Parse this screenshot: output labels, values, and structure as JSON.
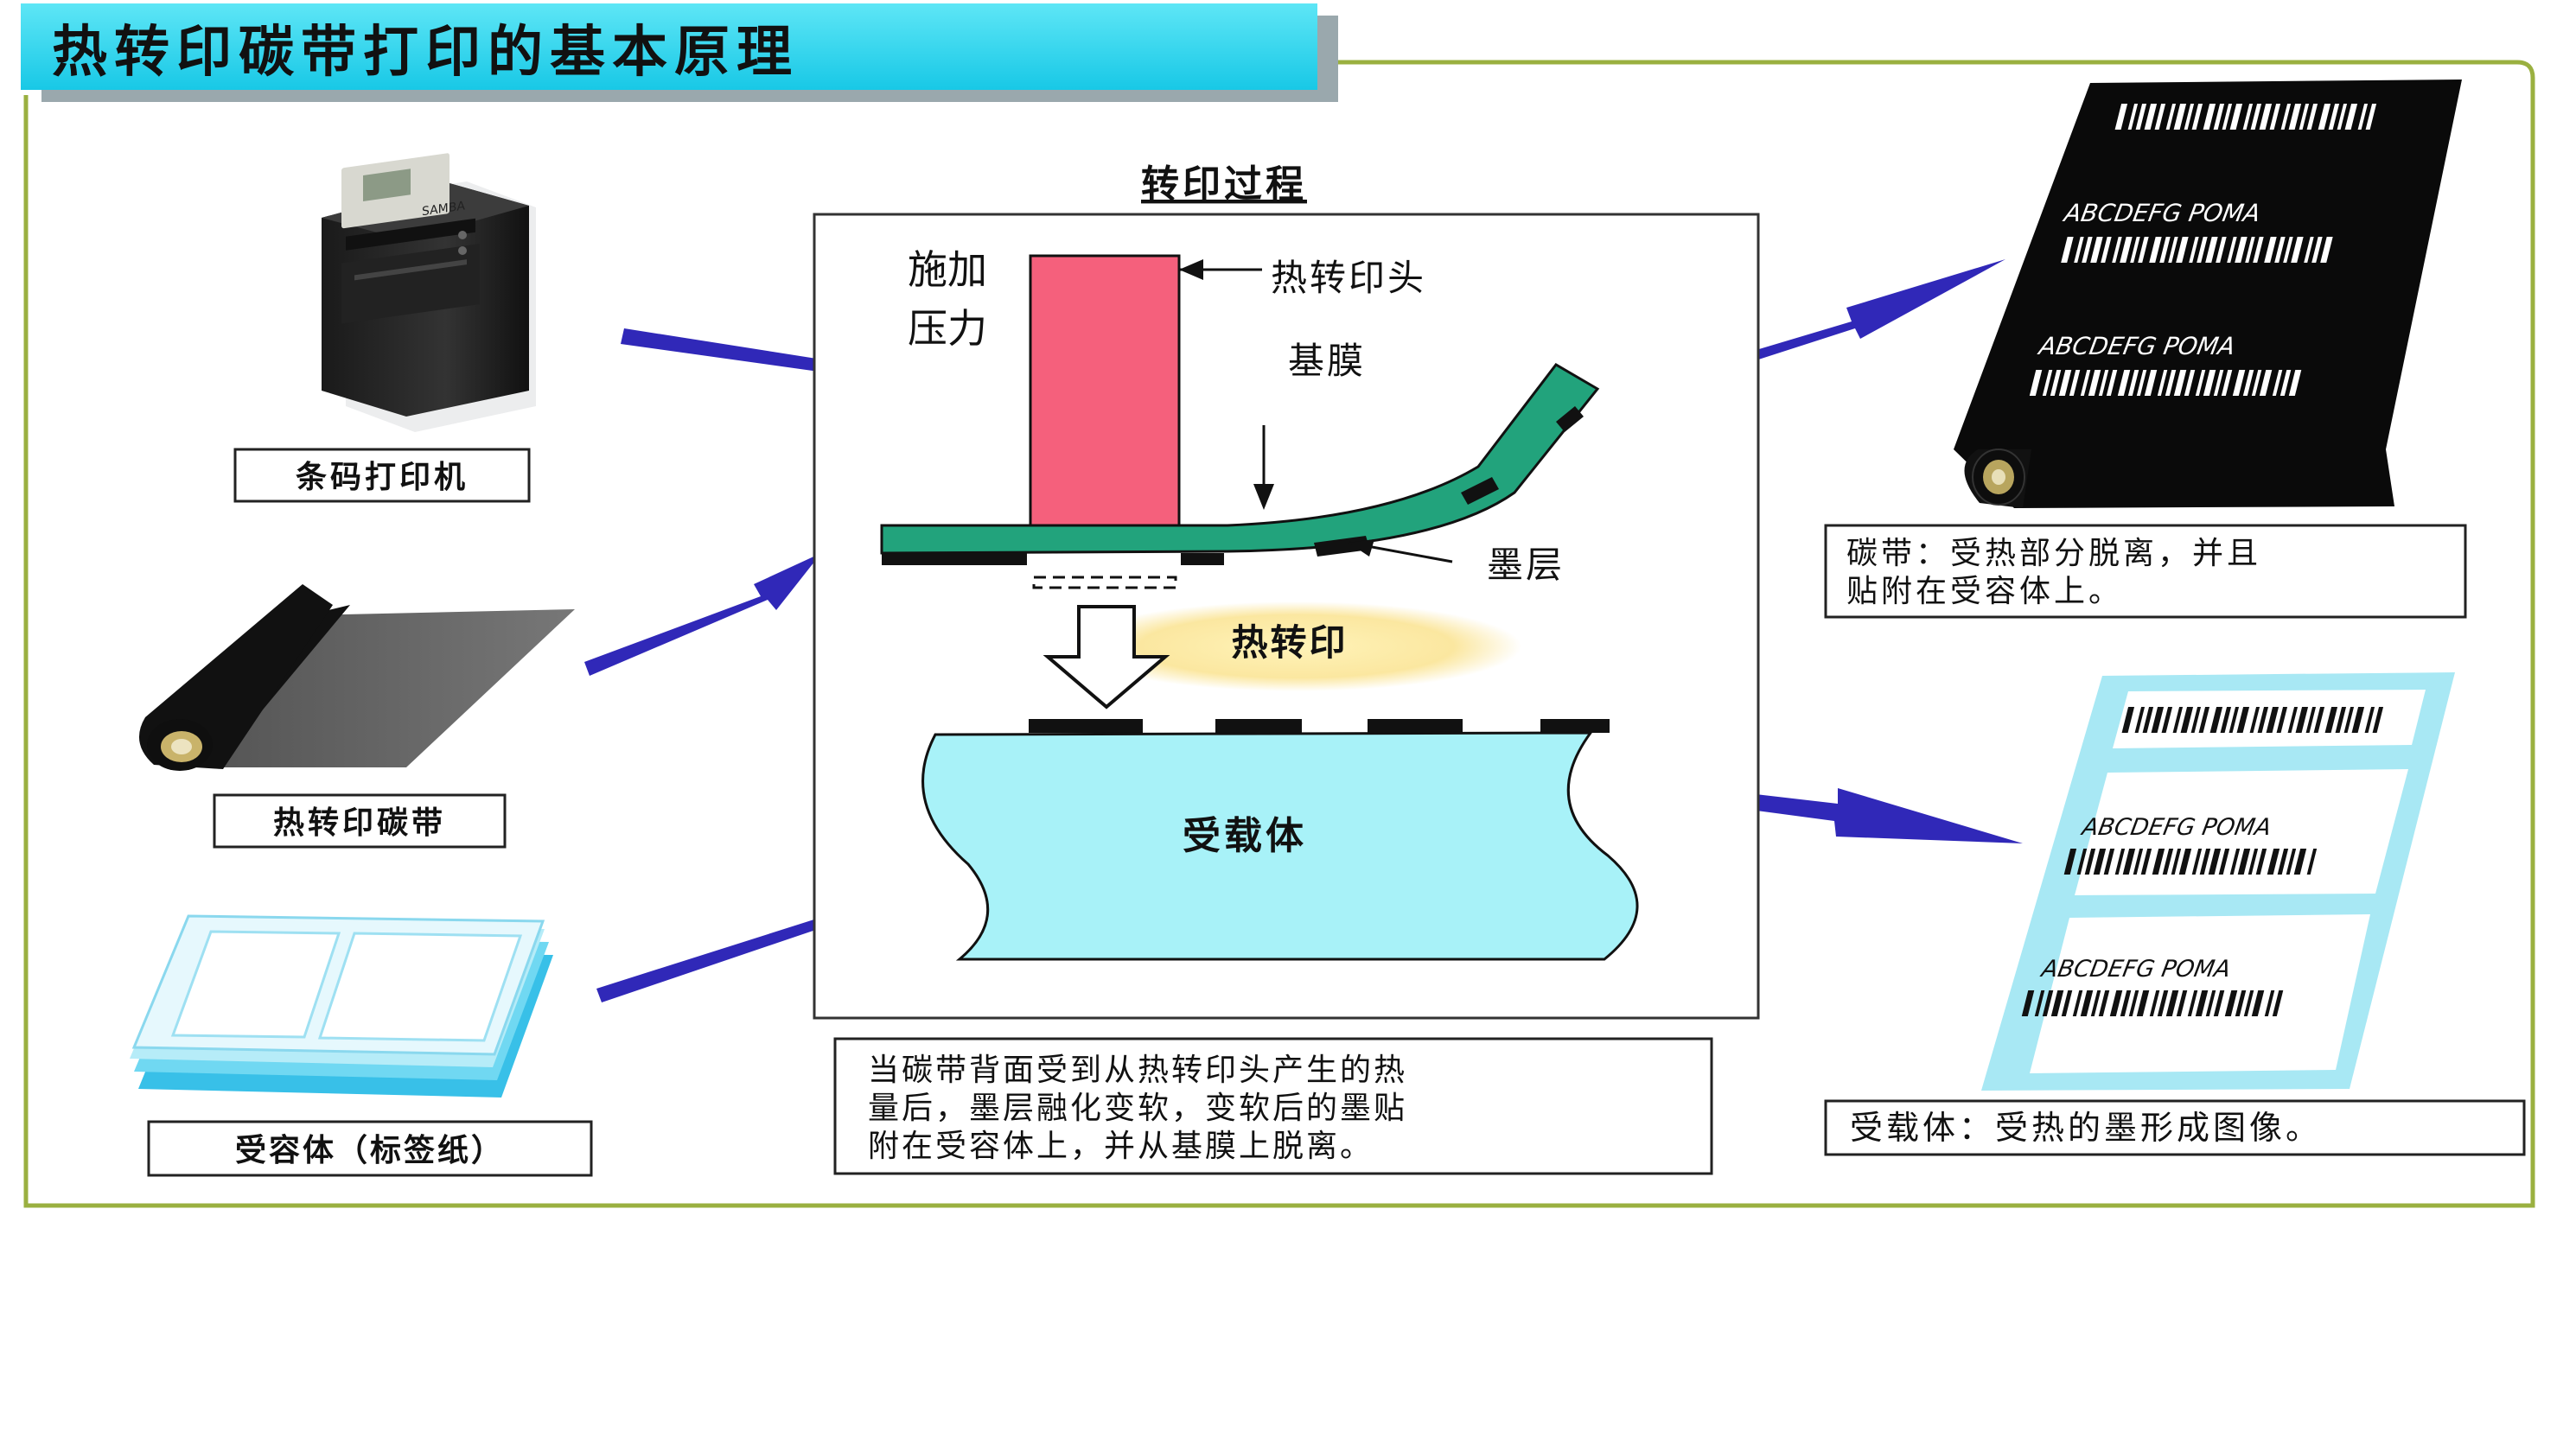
{
  "title": "热转印碳带打印的基本原理",
  "process": {
    "heading": "转印过程",
    "apply_pressure": [
      "施加",
      "压力"
    ],
    "print_head": "热转印头",
    "base_film": "基膜",
    "ink_layer": "墨层",
    "transfer": "热转印",
    "receiver": "受载体"
  },
  "components": {
    "printer": "条码打印机",
    "ribbon": "热转印碳带",
    "receiver_label": "受容体（标签纸）"
  },
  "description": [
    "当碳带背面受到从热转印头产生的热",
    "量后，墨层融化变软，变软后的墨贴",
    "附在受容体上，并从基膜上脱离。"
  ],
  "ribbon_result": {
    "caption": [
      "碳带：受热部分脱离，并且",
      "贴附在受容体上。"
    ],
    "sample_text": [
      "ABCDEFG  POMA",
      "ABCDEFG  POMA"
    ]
  },
  "label_result": {
    "caption": "受载体：受热的墨形成图像。",
    "sample_text": [
      "ABCDEFG POMA",
      "ABCDEFG  POMA"
    ]
  },
  "printer_badge": "SAMBA",
  "colors": {
    "title_bar": "#22d6ee",
    "arrow": "#3028b8",
    "print_head": "#f5607c",
    "base_film": "#22a37c",
    "receiver": "#a8f2f8",
    "label_border": "#a8e8f4",
    "frame": "#9ab040"
  }
}
